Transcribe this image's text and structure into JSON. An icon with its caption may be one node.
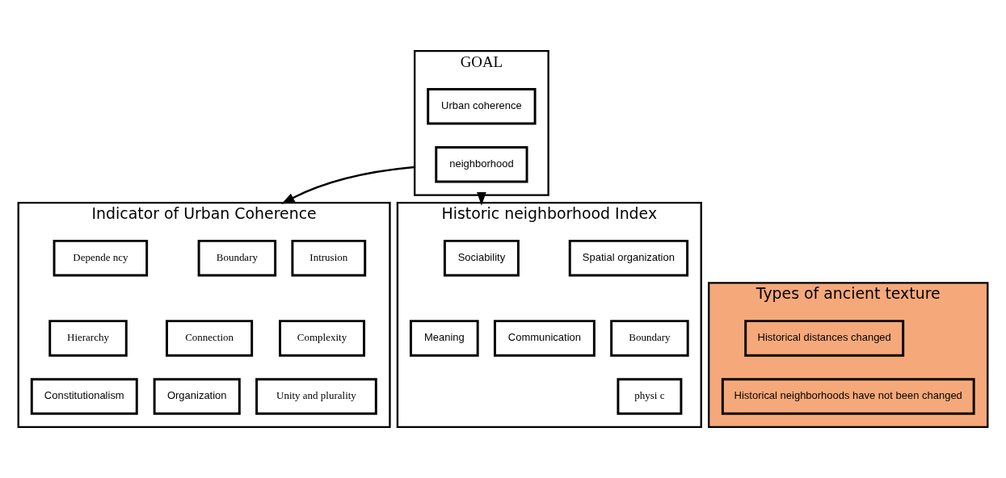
{
  "diagram": {
    "nodes": [
      {
        "text": [
          "GOAL"
        ]
      },
      {
        "text": [
          "Urban coherence"
        ],
        "in": 0
      },
      {
        "text": [
          "neighborhood"
        ],
        "in": 0
      },
      {
        "text": [
          "Indicator of Urban Coherence"
        ]
      },
      {
        "text": [
          "Intrusion"
        ],
        "in": 3
      },
      {
        "text": [
          "Boundary"
        ],
        "in": 3
      },
      {
        "text": [
          "Depende ncy"
        ],
        "in": 3
      },
      {
        "text": [
          "Complexity"
        ],
        "in": 3
      },
      {
        "text": [
          "Connection"
        ],
        "in": 3
      },
      {
        "text": [
          "Hierarchy"
        ],
        "in": 3
      },
      {
        "text": [
          "Unity and plurality"
        ],
        "in": 3
      },
      {
        "text": [
          "Organization"
        ],
        "in": 3
      },
      {
        "text": [
          "Constitutionalism"
        ],
        "in": 3
      },
      {
        "text": [
          "Historic neighborhood Index"
        ]
      },
      {
        "text": [
          "Spatial organization"
        ],
        "in": 13
      },
      {
        "text": [
          "Sociability"
        ],
        "in": 13
      },
      {
        "text": [
          "Boundary"
        ],
        "in": 13
      },
      {
        "text": [
          "Communication"
        ],
        "in": 13
      },
      {
        "text": [
          "Meaning"
        ],
        "in": 13
      },
      {
        "text": [
          "physi c"
        ],
        "in": 13
      },
      {
        "text": [
          "Types of ancient texture"
        ]
      },
      {
        "text": [
          "Historical distances changed"
        ],
        "in": 20
      },
      {
        "text": [
          "Historical neighborhoods have not been changed"
        ],
        "in": 20
      }
    ],
    "edges": [
      {
        "from": 0,
        "to": 3,
        "arrow": "to"
      },
      {
        "from": 0,
        "to": 13,
        "arrow": "to"
      }
    ]
  }
}
